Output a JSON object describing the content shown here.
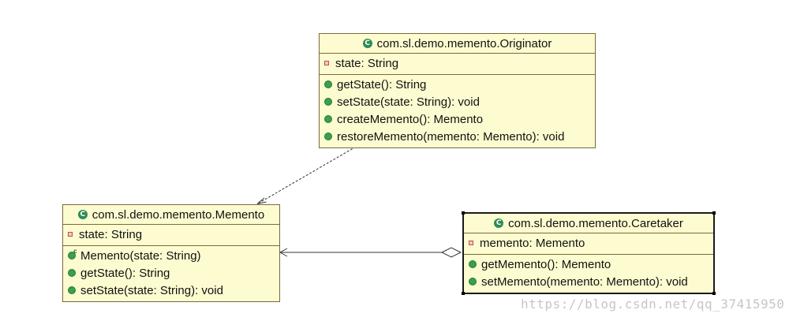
{
  "classes": {
    "originator": {
      "name": "com.sl.demo.memento.Originator",
      "icon": "class-icon",
      "attributes": [
        "state: String"
      ],
      "operations": [
        "getState(): String",
        "setState(state: String): void",
        "createMemento(): Memento",
        "restoreMemento(memento: Memento): void"
      ]
    },
    "memento": {
      "name": "com.sl.demo.memento.Memento",
      "icon": "class-icon",
      "attributes": [
        "state: String"
      ],
      "operations": [
        "Memento(state: String)",
        "getState(): String",
        "setState(state: String): void"
      ]
    },
    "caretaker": {
      "name": "com.sl.demo.memento.Caretaker",
      "icon": "class-icon",
      "attributes": [
        "memento: Memento"
      ],
      "operations": [
        "getMemento(): Memento",
        "setMemento(memento: Memento): void"
      ]
    }
  },
  "relationships": [
    {
      "type": "dependency",
      "from": "originator",
      "to": "memento",
      "style": "dashed",
      "head": "open-arrow"
    },
    {
      "type": "aggregation",
      "from": "caretaker",
      "to": "memento",
      "style": "solid",
      "head": "open-arrow",
      "tail": "hollow-diamond"
    }
  ],
  "icons": {
    "class_icon_glyph": "C",
    "constructor_mark": "c"
  },
  "colors": {
    "class_fill": "#fdfcd0",
    "class_border": "#7a6a3a",
    "operation_icon": "#3aa04a",
    "attribute_icon": "#c0504d",
    "class_icon": "#2e8b57"
  },
  "watermark": "https://blog.csdn.net/qq_37415950"
}
